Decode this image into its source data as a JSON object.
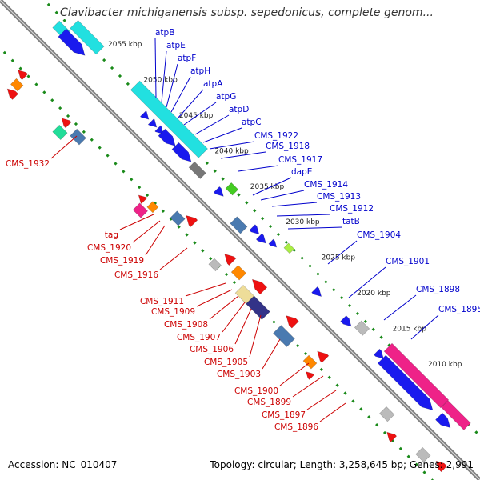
{
  "title": "Clavibacter michiganensis subsp. sepedonicus, complete genom...",
  "accession": "Accession: NC_010407",
  "summary": "Topology: circular; Length: 3,258,645 bp; Genes: 2,991",
  "colors": {
    "backbone": "#808080",
    "forward_label": "#0000cc",
    "reverse_label": "#cc0000",
    "tick_dots": "#1a8a1a"
  },
  "ticks": [
    {
      "label": "2055 kbp",
      "pos": 2055
    },
    {
      "label": "2050 kbp",
      "pos": 2050
    },
    {
      "label": "2045 kbp",
      "pos": 2045
    },
    {
      "label": "2040 kbp",
      "pos": 2040
    },
    {
      "label": "2035 kbp",
      "pos": 2035
    },
    {
      "label": "2030 kbp",
      "pos": 2030
    },
    {
      "label": "2025 kbp",
      "pos": 2025
    },
    {
      "label": "2020 kbp",
      "pos": 2020
    },
    {
      "label": "2015 kbp",
      "pos": 2015
    },
    {
      "label": "2010 kbp",
      "pos": 2010
    }
  ],
  "forward_labels": [
    "atpB",
    "atpE",
    "atpF",
    "atpH",
    "atpA",
    "atpG",
    "atpD",
    "atpC",
    "CMS_1922",
    "CMS_1918",
    "CMS_1917",
    "dapE",
    "CMS_1914",
    "CMS_1913",
    "CMS_1912",
    "tatB",
    "CMS_1904",
    "CMS_1901",
    "CMS_1898",
    "CMS_1895"
  ],
  "reverse_labels": [
    "CMS_1932",
    "tag",
    "CMS_1920",
    "CMS_1919",
    "CMS_1916",
    "CMS_1911",
    "CMS_1909",
    "CMS_1908",
    "CMS_1907",
    "CMS_1906",
    "CMS_1905",
    "CMS_1903",
    "CMS_1900",
    "CMS_1899",
    "CMS_1897",
    "CMS_1896"
  ]
}
